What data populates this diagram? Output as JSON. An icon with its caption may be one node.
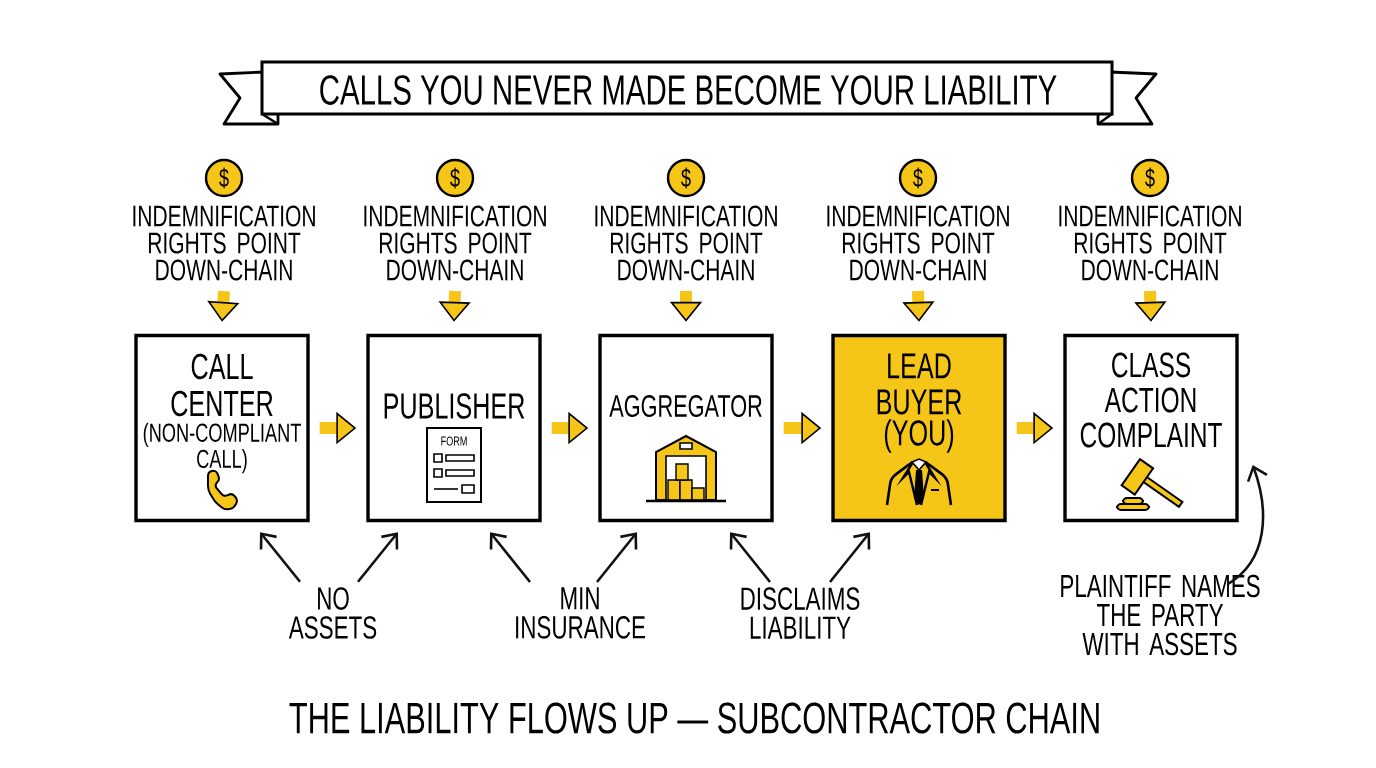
{
  "diagram": {
    "title": "CALLS YOU NEVER MADE BECOME YOUR LIABILITY",
    "caption": "THE LIABILITY FLOWS UP — SUBCONTRACTOR CHAIN",
    "nodes": [
      {
        "text": [
          "CALL CENTER",
          "(NON-COMPLIANT CALL)"
        ]
      },
      {
        "text": [
          "PUBLISHER",
          "FORM"
        ]
      },
      {
        "text": [
          "AGGREGATOR"
        ]
      },
      {
        "text": [
          "LEAD BUYER",
          "(YOU)"
        ]
      },
      {
        "text": [
          "CLASS ACTION COMPLAINT"
        ]
      },
      {
        "text": [
          "$"
        ]
      },
      {
        "text": [
          "$"
        ]
      },
      {
        "text": [
          "$"
        ]
      },
      {
        "text": [
          "$"
        ]
      },
      {
        "text": [
          "$"
        ]
      },
      {
        "text": [
          "INDEMNIFICATION RIGHTS POINT DOWN-CHAIN"
        ]
      },
      {
        "text": [
          "INDEMNIFICATION RIGHTS POINT DOWN-CHAIN"
        ]
      },
      {
        "text": [
          "INDEMNIFICATION RIGHTS POINT DOWN-CHAIN"
        ]
      },
      {
        "text": [
          "INDEMNIFICATION RIGHTS POINT DOWN-CHAIN"
        ]
      },
      {
        "text": [
          "INDEMNIFICATION RIGHTS POINT DOWN-CHAIN"
        ]
      },
      {
        "text": [
          "NO ASSETS"
        ]
      },
      {
        "text": [
          "MIN INSURANCE"
        ]
      },
      {
        "text": [
          "DISCLAIMS LIABILITY"
        ]
      },
      {
        "text": [
          "PLAINTIFF NAMES THE PARTY WITH ASSETS"
        ]
      }
    ],
    "edges": [
      {
        "from": 0,
        "to": 1,
        "arrow": "to",
        "color": "#f5c518"
      },
      {
        "from": 1,
        "to": 2,
        "arrow": "to",
        "color": "#f5c518"
      },
      {
        "from": 2,
        "to": 3,
        "arrow": "to",
        "color": "#f5c518"
      },
      {
        "from": 3,
        "to": 4,
        "arrow": "to",
        "color": "#f5c518"
      },
      {
        "from": 10,
        "to": 0,
        "arrow": "to",
        "color": "#f5c518"
      },
      {
        "from": 11,
        "to": 1,
        "arrow": "to",
        "color": "#f5c518"
      },
      {
        "from": 12,
        "to": 2,
        "arrow": "to",
        "color": "#f5c518"
      },
      {
        "from": 13,
        "to": 3,
        "arrow": "to",
        "color": "#f5c518"
      },
      {
        "from": 14,
        "to": 4,
        "arrow": "to",
        "color": "#f5c518"
      },
      {
        "from": 15,
        "to": 0,
        "arrow": "to",
        "color": "#111111"
      },
      {
        "from": 15,
        "to": 1,
        "arrow": "to",
        "color": "#111111"
      },
      {
        "from": 16,
        "to": 1,
        "arrow": "to",
        "color": "#111111"
      },
      {
        "from": 16,
        "to": 2,
        "arrow": "to",
        "color": "#111111"
      },
      {
        "from": 17,
        "to": 2,
        "arrow": "to",
        "color": "#111111"
      },
      {
        "from": 17,
        "to": 3,
        "arrow": "to",
        "color": "#111111"
      },
      {
        "from": 18,
        "to": 4,
        "arrow": "to",
        "color": "#111111"
      }
    ]
  }
}
